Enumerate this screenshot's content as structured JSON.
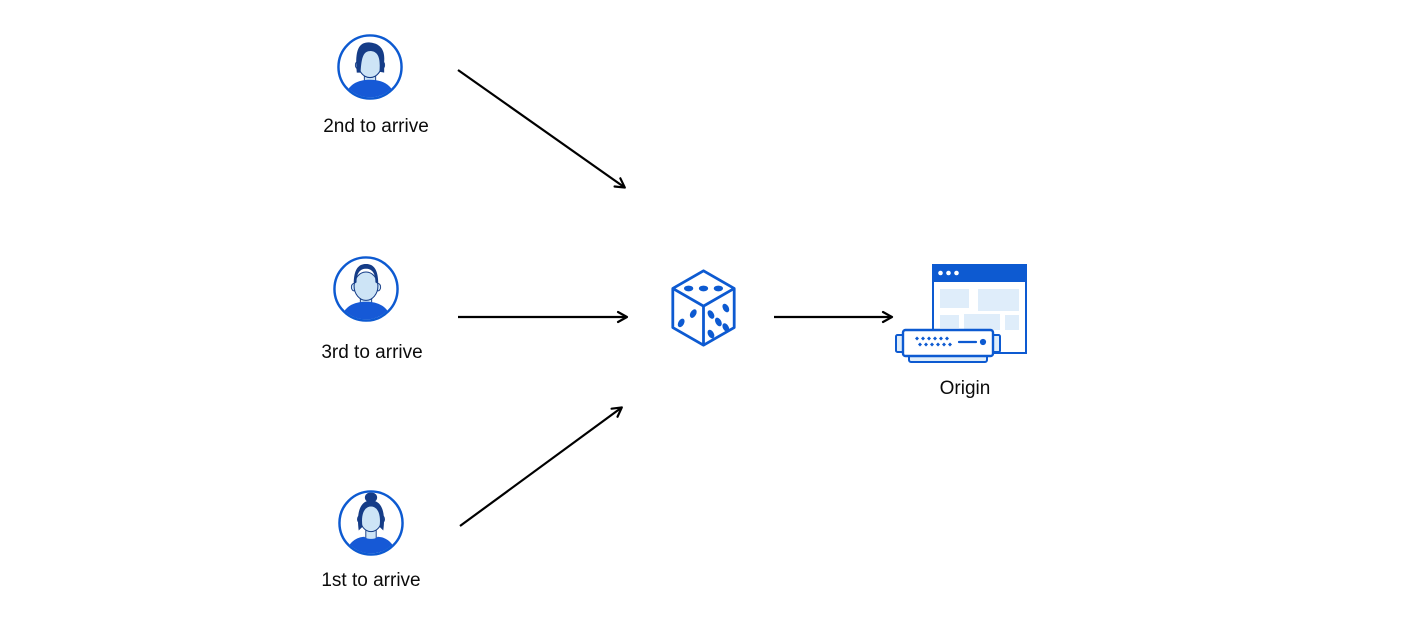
{
  "diagram": {
    "clients": [
      {
        "label": "2nd to arrive",
        "icon": "male-user-avatar-icon",
        "position": "top"
      },
      {
        "label": "3rd to arrive",
        "icon": "male-user-avatar-icon",
        "position": "middle"
      },
      {
        "label": "1st to arrive",
        "icon": "female-user-avatar-icon",
        "position": "bottom"
      }
    ],
    "randomizer": {
      "icon": "dice-icon"
    },
    "origin": {
      "label": "Origin",
      "icon": "origin-server-browser-icon"
    },
    "arrows": [
      {
        "from": "2nd to arrive",
        "to": "dice"
      },
      {
        "from": "3rd to arrive",
        "to": "dice"
      },
      {
        "from": "1st to arrive",
        "to": "dice"
      },
      {
        "from": "dice",
        "to": "Origin"
      }
    ],
    "colors": {
      "accent": "#0d5ad1",
      "navy": "#153c87",
      "shirt": "#1659d6",
      "face": "#cde4f6",
      "light": "#dfedfa",
      "arrow": "#000000",
      "text": "#0b0b0b",
      "bg": "#ffffff"
    }
  }
}
